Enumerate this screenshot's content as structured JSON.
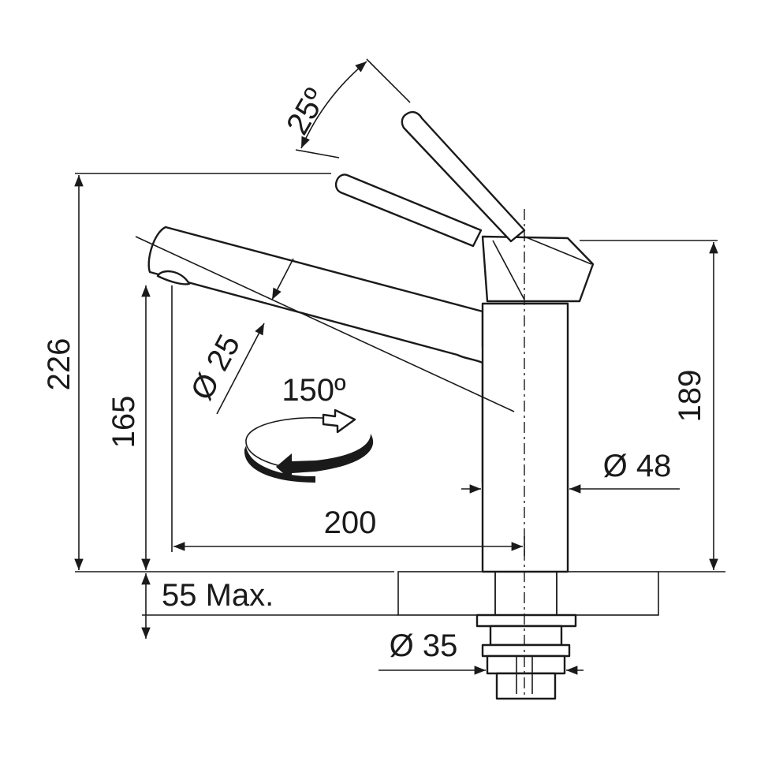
{
  "title": "Faucet technical dimension drawing",
  "dimensions": {
    "lever_angle": "25º",
    "total_height": "226",
    "spout_diameter": "Ø 25",
    "swivel_angle": "150º",
    "spout_outlet_height": "165",
    "spout_reach": "200",
    "body_height": "189",
    "body_diameter": "Ø 48",
    "max_countertop": "55 Max.",
    "hole_diameter": "Ø 35"
  },
  "colors": {
    "line": "#1a1a1a",
    "background": "#ffffff"
  }
}
